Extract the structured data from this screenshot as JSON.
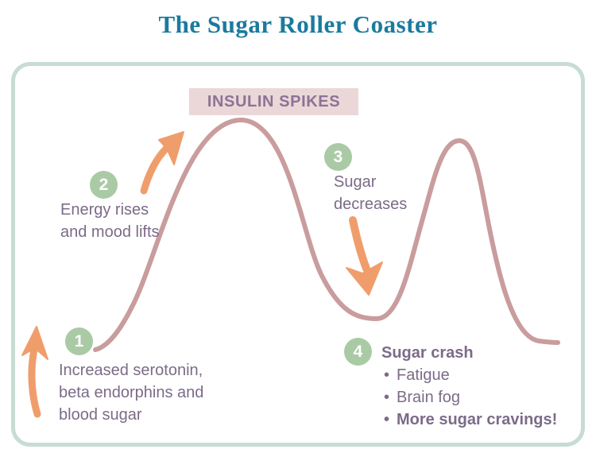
{
  "title": "The Sugar Roller Coaster",
  "insulin_label": "INSULIN SPIKES",
  "steps": [
    {
      "number": "1",
      "text": "Increased serotonin, beta endorphins and blood sugar"
    },
    {
      "number": "2",
      "text": "Energy rises and mood lifts"
    },
    {
      "number": "3",
      "text": "Sugar decreases"
    },
    {
      "number": "4",
      "heading": "Sugar crash",
      "bullets": [
        "Fatigue",
        "Brain fog",
        "More sugar cravings!"
      ]
    }
  ],
  "colors": {
    "title": "#1b7a9e",
    "border": "#c7dcd2",
    "curve": "#c99c9d",
    "arrow": "#f09d6c",
    "step_circle": "#aacaa5",
    "text": "#7c6b88",
    "insulin_bg": "#ecd7d8",
    "insulin_text": "#8b7494"
  }
}
